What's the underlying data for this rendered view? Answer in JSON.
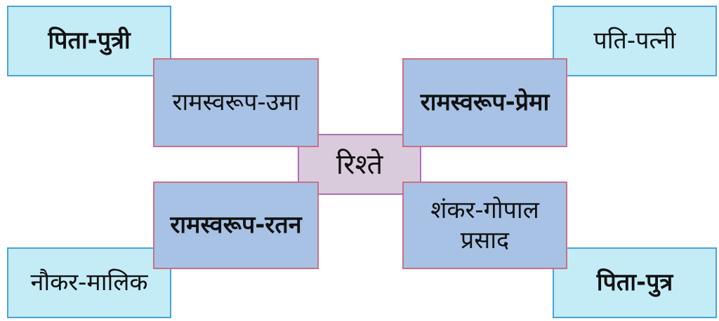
{
  "center": {
    "label": "रिश्ते"
  },
  "relations": {
    "top_left": "पिता-पुत्री",
    "top_right": "पति-पत्नी",
    "bottom_left": "नौकर-मालिक",
    "bottom_right": "पिता-पुत्र"
  },
  "pairs": {
    "top_left": "रामस्वरूप-उमा",
    "top_right": "रामस्वरूप-प्रेमा",
    "bottom_left": "रामस्वरूप-रतन",
    "bottom_right_line1": "शंकर-गोपाल",
    "bottom_right_line2": "प्रसाद"
  },
  "colors": {
    "outer_fill": "#c3ecf7",
    "outer_border": "#4aa3d8",
    "inner_fill": "#a7c2e4",
    "inner_border": "#c97086",
    "center_fill": "#d9cbdc",
    "center_border": "#b06bbb"
  }
}
